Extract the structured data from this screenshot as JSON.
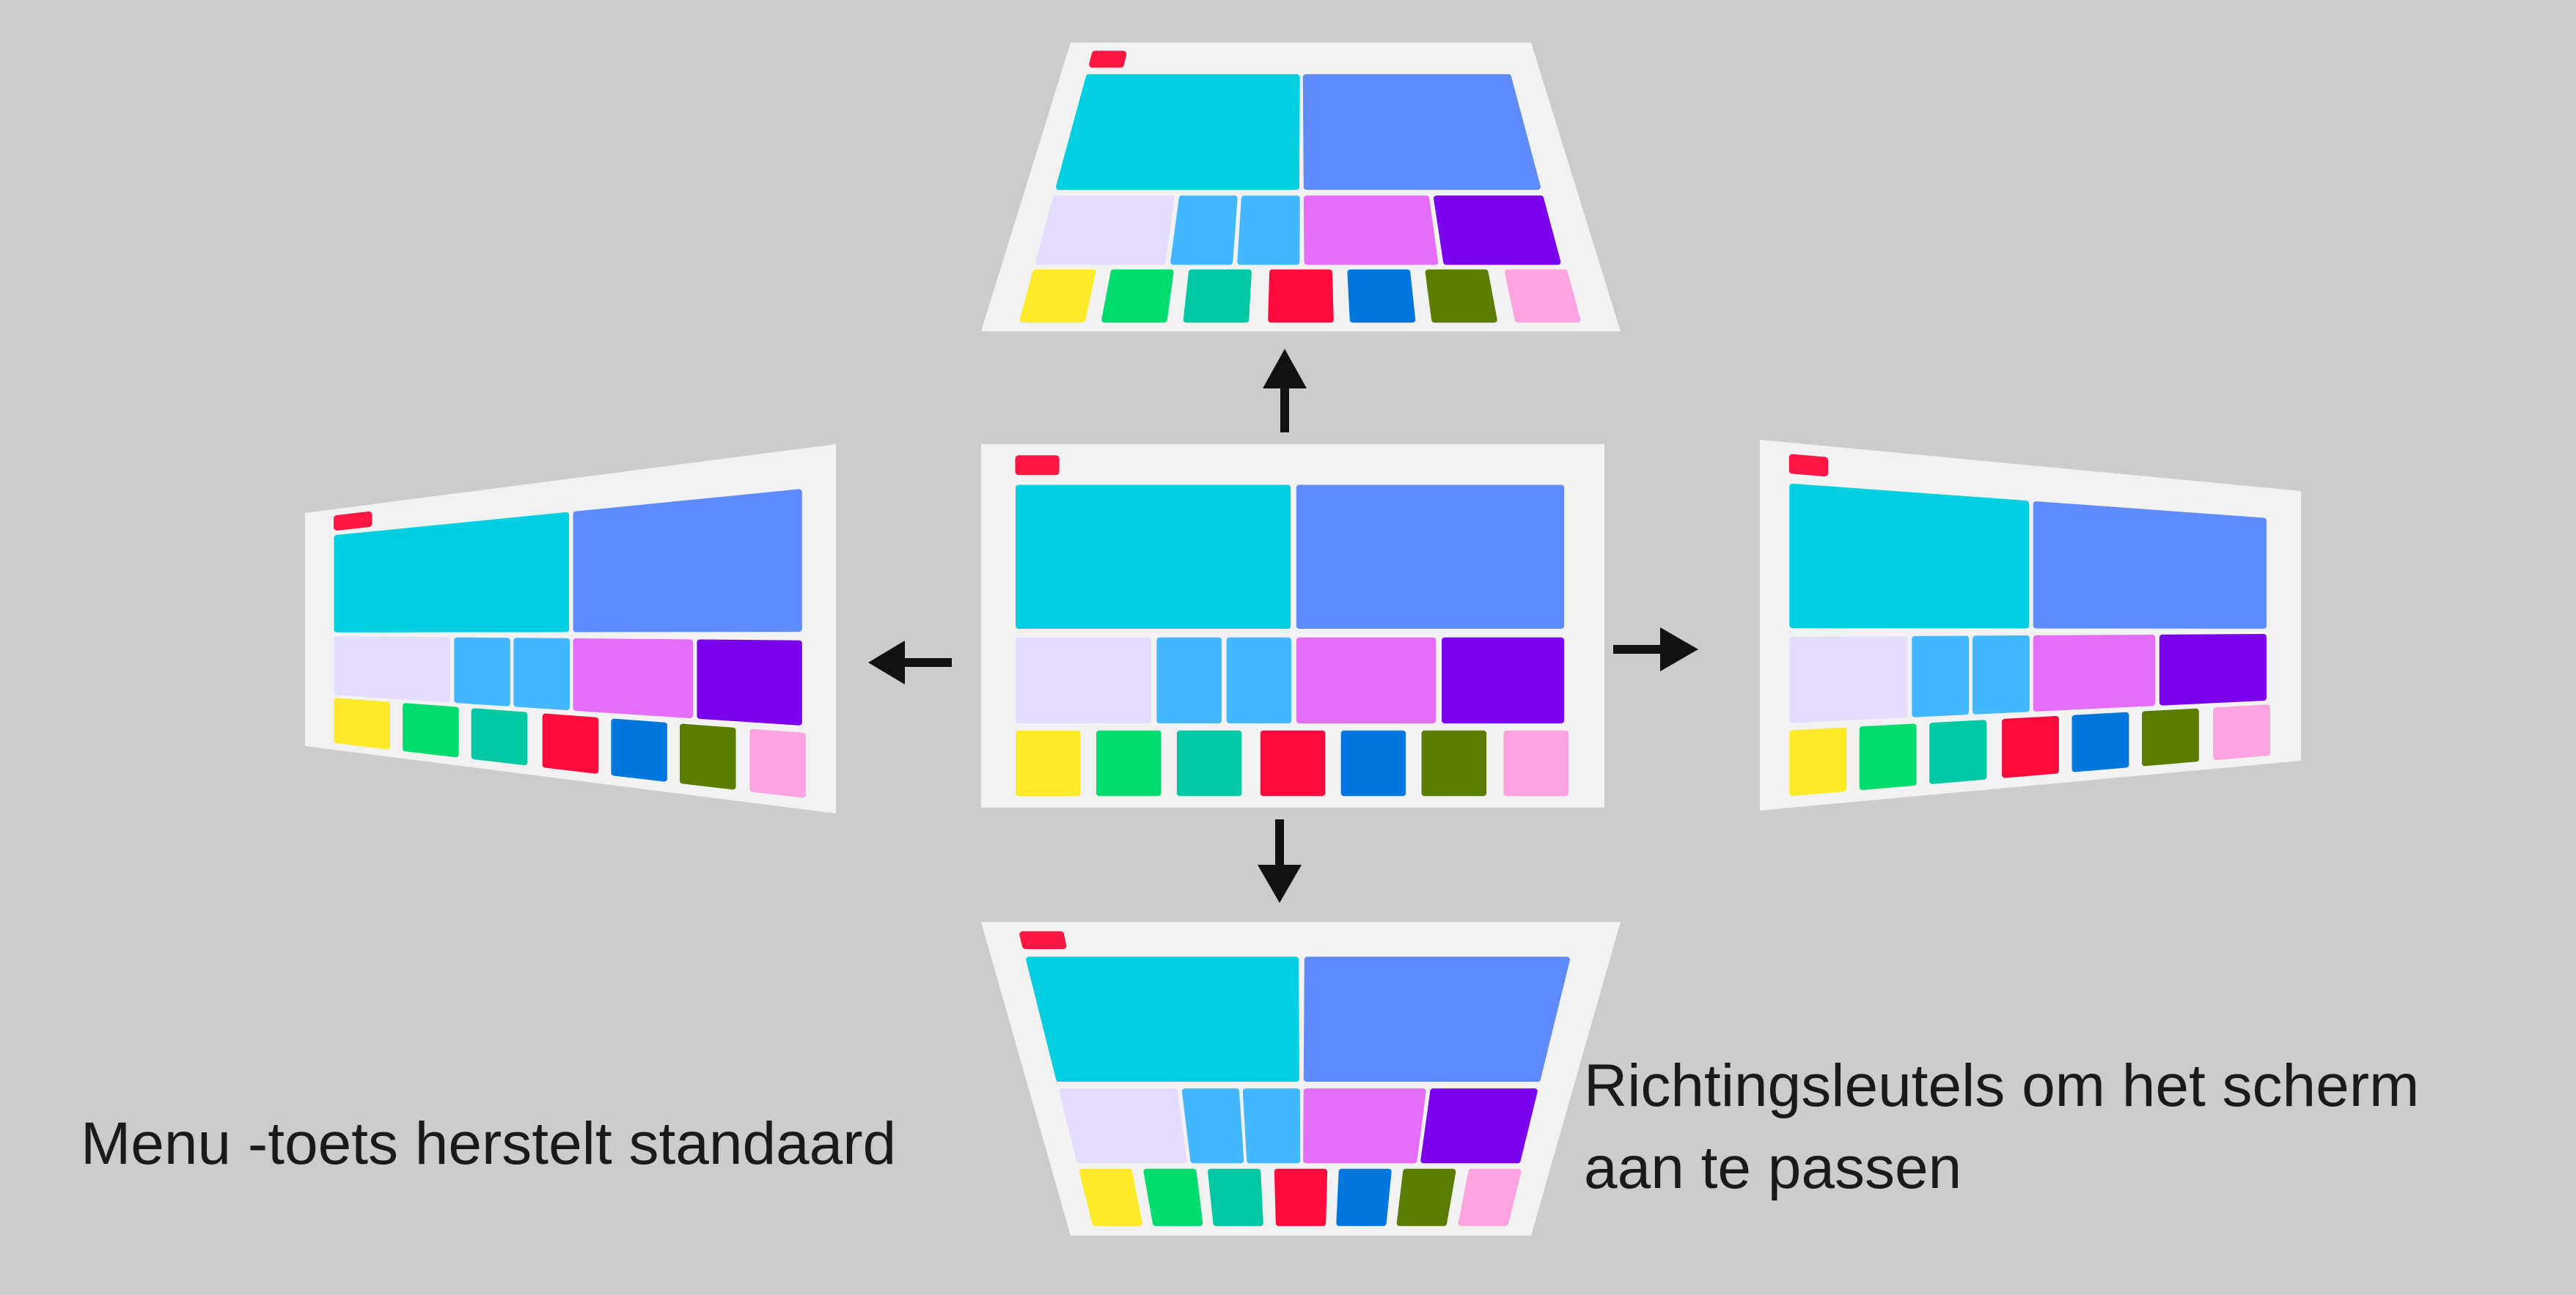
{
  "captions": {
    "reset": "Menu -toets herstelt standaard",
    "arrows_line1": "Richtingsleutels om het scherm",
    "arrows_line2": "aan te passen"
  },
  "colors": {
    "background": "#cccccc",
    "screen": "#f2f2f2",
    "arrow": "#111111",
    "indicator": "#ff1744",
    "tile_cyan": "#00cfe0",
    "tile_periwinkle": "#5f8bff",
    "tile_lavender": "#e6dcff",
    "tile_skyblue": "#44b8ff",
    "tile_pink": "#e46ef7",
    "tile_purple": "#7b00ee",
    "key_yellow": "#fdeb2b",
    "key_green": "#00db6e",
    "key_teal": "#00c8a3",
    "key_red": "#ff0a3c",
    "key_blue": "#0077dd",
    "key_olive": "#5a7d00",
    "key_lightpink": "#fca3e0"
  },
  "screens": [
    {
      "id": "center",
      "variant": "standard"
    },
    {
      "id": "top",
      "variant": "keystone-top"
    },
    {
      "id": "bottom",
      "variant": "keystone-bottom"
    },
    {
      "id": "left",
      "variant": "keystone-left"
    },
    {
      "id": "right",
      "variant": "keystone-right"
    }
  ],
  "arrows": [
    "up-arrow",
    "down-arrow",
    "left-arrow",
    "right-arrow"
  ]
}
